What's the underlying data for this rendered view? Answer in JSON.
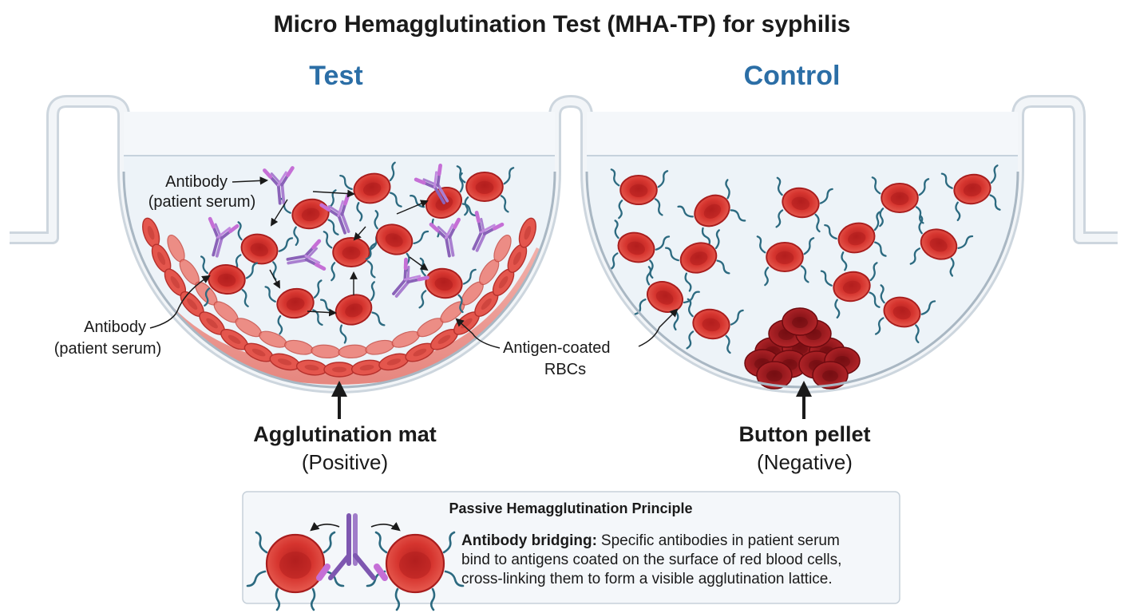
{
  "title": "Micro Hemagglutination Test (MHA-TP) for syphilis",
  "panels": {
    "test": {
      "heading": "Test",
      "result": "Agglutination mat",
      "result_sub": "(Positive)"
    },
    "control": {
      "heading": "Control",
      "result": "Button pellet",
      "result_sub": "(Negative)"
    }
  },
  "labels": {
    "antibody_top_line1": "Antibody",
    "antibody_top_line2": "(patient serum)",
    "antibody_left_line1": "Antibody",
    "antibody_left_line2": "(patient serum)",
    "rbc_line1": "Antigen-coated",
    "rbc_line2": "RBCs"
  },
  "principle": {
    "heading": "Passive Hemagglutination Principle",
    "bold_lead": "Antibody bridging:",
    "line1": "Specific antibodies in patient serum",
    "line2": "bind to antigens coated on the surface of red blood cells,",
    "line3": "cross-linking them to form a visible agglutination lattice."
  },
  "colors": {
    "rbc": "#d93a35",
    "rbc_dark": "#a81d1d",
    "pellet": "#9e1b1f",
    "antibody": "#8a62b8",
    "antigen": "#2c6a80",
    "heading_blue": "#2b6ea6",
    "well_stroke": "#a9b7c3",
    "liquid": "#edf3f8"
  }
}
